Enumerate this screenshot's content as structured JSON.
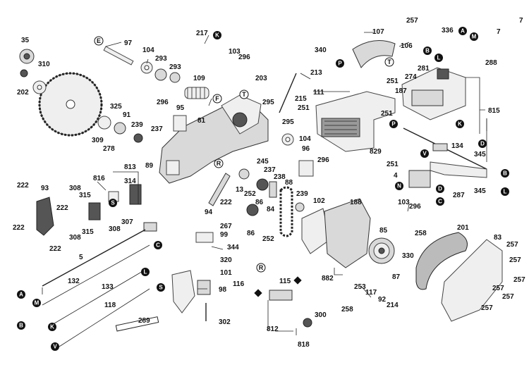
{
  "diagram": {
    "part_numbers": [
      "35",
      "310",
      "202",
      "97",
      "104",
      "293",
      "293",
      "217",
      "103",
      "296",
      "203",
      "213",
      "109",
      "215",
      "295",
      "295",
      "104",
      "96",
      "296",
      "245",
      "237",
      "238",
      "88",
      "252",
      "86",
      "84",
      "13",
      "86",
      "252",
      "239",
      "102",
      "188",
      "85",
      "258",
      "103",
      "296",
      "267",
      "99",
      "344",
      "320",
      "101",
      "98",
      "302",
      "116",
      "115",
      "117",
      "92",
      "214",
      "253",
      "258",
      "330",
      "87",
      "882",
      "300",
      "812",
      "818",
      "201",
      "83",
      "257",
      "257",
      "257",
      "257",
      "257",
      "257",
      "289",
      "5",
      "132",
      "133",
      "118",
      "222",
      "93",
      "222",
      "222",
      "222",
      "308",
      "315",
      "308",
      "315",
      "307",
      "308",
      "816",
      "813",
      "314",
      "325",
      "91",
      "239",
      "309",
      "278",
      "89",
      "237",
      "296",
      "95",
      "81",
      "94",
      "222",
      "107",
      "106",
      "340",
      "251",
      "187",
      "111",
      "251",
      "251",
      "829",
      "336",
      "7",
      "288",
      "281",
      "274",
      "815",
      "134",
      "345",
      "345",
      "251",
      "4",
      "287",
      "257",
      "7"
    ],
    "letter_markers": [
      "E",
      "K",
      "F",
      "T",
      "R",
      "S",
      "A",
      "M",
      "B",
      "L",
      "P",
      "C",
      "D",
      "N",
      "V"
    ],
    "diamond_markers": [
      "115",
      "116"
    ]
  }
}
